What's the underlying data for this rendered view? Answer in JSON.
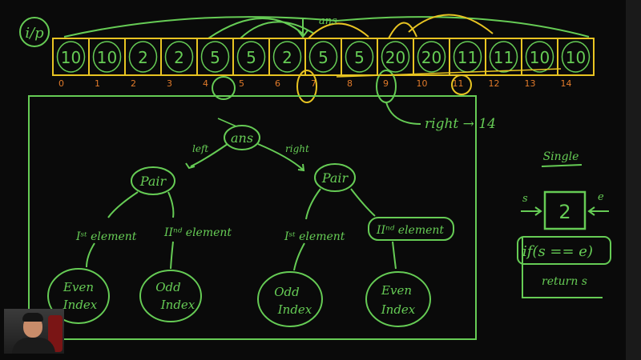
{
  "board": {
    "io_label": "i/p",
    "ans_label": "ans",
    "array": {
      "values": [
        "10",
        "10",
        "2",
        "2",
        "5",
        "5",
        "2",
        "5",
        "5",
        "20",
        "20",
        "11",
        "11",
        "10",
        "10"
      ],
      "indices": [
        "0",
        "1",
        "2",
        "3",
        "4",
        "5",
        "6",
        "7",
        "8",
        "9",
        "10",
        "11",
        "12",
        "13",
        "14"
      ]
    },
    "right_note": "right → 14",
    "tree": {
      "root": "ans",
      "left_edge": "left",
      "right_edge": "right",
      "left_pair": "Pair",
      "right_pair": "Pair",
      "left_first": "Iˢᵗ element",
      "left_second": "IIⁿᵈ element",
      "right_first": "Iˢᵗ element",
      "right_second": "IIⁿᵈ element",
      "leaf1": [
        "Even",
        "Index"
      ],
      "leaf2": [
        "Odd",
        "Index"
      ],
      "leaf3": [
        "Odd",
        "Index"
      ],
      "leaf4": [
        "Even",
        "Index"
      ]
    },
    "single": {
      "title": "Single",
      "s_label": "s",
      "e_label": "e",
      "value": "2",
      "condition": "if(s == e)",
      "ret": "return s"
    }
  },
  "colors": {
    "ink_green": "#66cc55",
    "ink_yellow": "#e8c422",
    "ink_orange": "#e07a2a",
    "background": "#0a0a0a"
  }
}
